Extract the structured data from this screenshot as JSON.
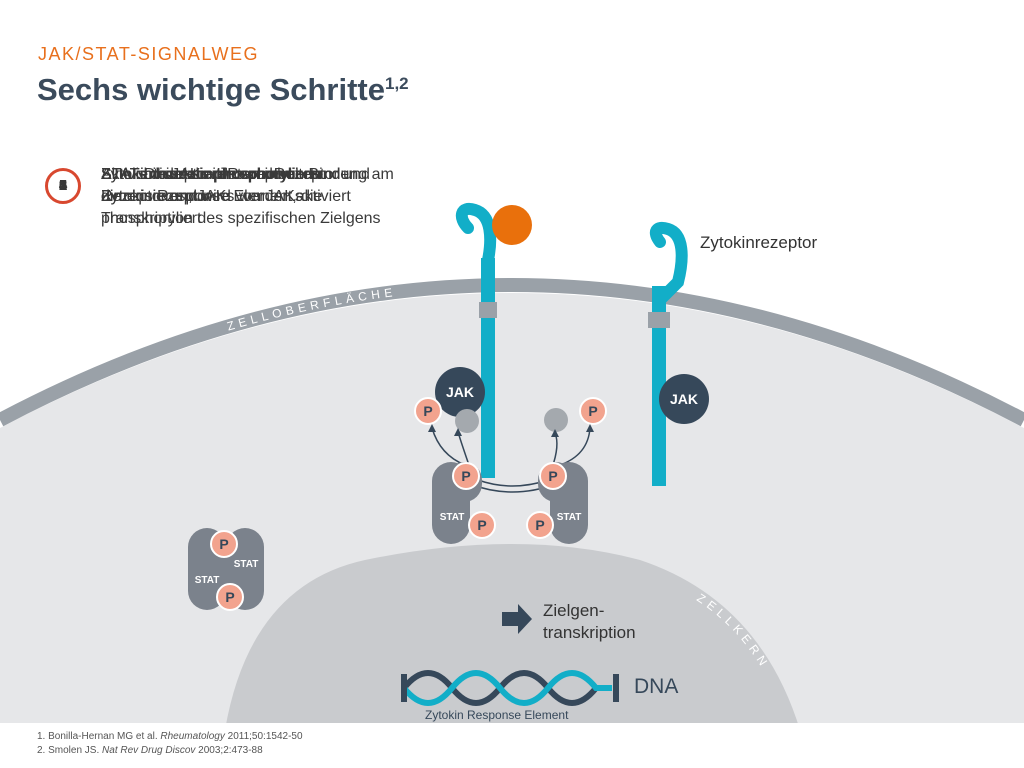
{
  "header": {
    "kicker": "JAK/STAT-SIGNALWEG",
    "title": "Sechs wichtige Schritte",
    "title_sup": "1,2"
  },
  "steps": {
    "numbers": [
      "1",
      "2",
      "3",
      "4",
      "5",
      "6"
    ],
    "texts": [
      "Zytokin bindet an Rezeptor",
      "Zytokinrezeptor-Untereinheiten dimerisieren, JAKs werden aktiviert",
      "Aktivierte JAKs phosphorylieren den Zytokinrezeptor",
      "STAT bindet an phosphorylierten Rezeptor und wird von JAKs phosphoryliert",
      "STATs dissoziieren vom Rezeptor und dimerisieren",
      "STAT-Dimere initiieren durch Bindung am Zytokin Response Element, die Transkription des spezifischen Zielgens"
    ]
  },
  "labels": {
    "receptor": "Zytokinrezeptor",
    "cell_surface": "ZELLOBERFLÄCHE",
    "nucleus": "ZELLKERN",
    "jak": "JAK",
    "phosphate": "P",
    "stat": "STAT",
    "target_transcription_line1": "Zielgen-",
    "target_transcription_line2": "transkription",
    "dna": "DNA",
    "response_element": "Zytokin Response Element"
  },
  "references": [
    {
      "prefix": "1. Bonilla-Hernan MG et al. ",
      "journal": "Rheumatology",
      "suffix": " 2011;50:1542-50"
    },
    {
      "prefix": "2. Smolen JS. ",
      "journal": "Nat Rev Drug Discov",
      "suffix": " 2003;2:473-88"
    }
  ],
  "colors": {
    "accent_orange": "#e8701d",
    "title_slate": "#3b4b5c",
    "receptor_cyan": "#12aec8",
    "jak_navy": "#36485a",
    "phosphate_salmon": "#f2a38e",
    "stat_gray": "#7b828c",
    "cytoplasm_gray": "#e6e7e9",
    "membrane_gray": "#9aa1a8",
    "nucleus_gray": "#c9cbce",
    "badge_red": "#d8482f"
  }
}
